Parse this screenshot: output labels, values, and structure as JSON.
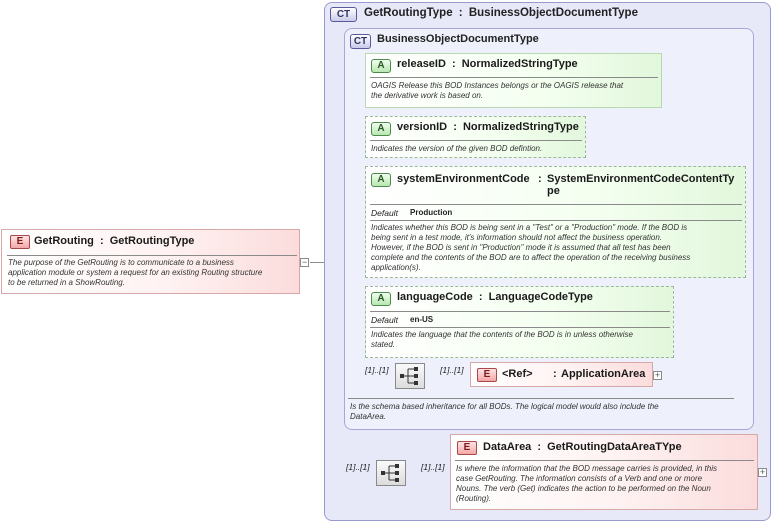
{
  "root_element": {
    "badge": "E",
    "name": "GetRouting",
    "type": "GetRoutingType",
    "doc": [
      "The purpose of the GetRouting is to communicate to a business",
      "application module or system a request for an existing Routing structure",
      "to be returned in a ShowRouting."
    ],
    "expander": "−"
  },
  "outer_type": {
    "badge": "CT",
    "name": "GetRoutingType",
    "base": "BusinessObjectDocumentType"
  },
  "inner_type": {
    "badge": "CT",
    "name": "BusinessObjectDocumentType",
    "doc": [
      "Is the schema based inheritance for all BODs. The logical model would also include the",
      "DataArea."
    ]
  },
  "attributes": [
    {
      "badge": "A",
      "name": "releaseID",
      "type": "NormalizedStringType",
      "doc": [
        "OAGIS Release this BOD Instances belongs or the OAGIS release that",
        "the derivative work is based on."
      ]
    },
    {
      "badge": "A",
      "name": "versionID",
      "type": "NormalizedStringType",
      "doc": [
        "Indicates the version of the given BOD defintion."
      ]
    },
    {
      "badge": "A",
      "name": "systemEnvironmentCode",
      "type_line1": "SystemEnvironmentCodeContentTy",
      "type_line2": "pe",
      "default_label": "Default",
      "default_value": "Production",
      "doc": [
        "Indicates whether this BOD is being sent in a \"Test\" or a \"Production\" mode. If the BOD is",
        "being sent in a test mode, it's information should not affect the business operation.",
        "However, if the BOD is sent in \"Production\" mode it is assumed that all test has been",
        "complete and the contents of the BOD are to affect the operation of the receiving business",
        "application(s)."
      ]
    },
    {
      "badge": "A",
      "name": "languageCode",
      "type": "LanguageCodeType",
      "default_label": "Default",
      "default_value": "en-US",
      "doc": [
        "Indicates the language that the contents of the BOD is in unless otherwise",
        "stated."
      ]
    }
  ],
  "application_area": {
    "cardinality_left": "[1]..[1]",
    "cardinality_right": "[1]..[1]",
    "badge": "E",
    "ref": "<Ref>",
    "name": "ApplicationArea",
    "expander": "+"
  },
  "data_area": {
    "cardinality_left": "[1]..[1]",
    "cardinality_right": "[1]..[1]",
    "badge": "E",
    "name": "DataArea",
    "type": "GetRoutingDataAreaTYpe",
    "doc": [
      "Is where the information that the BOD message carries is provided, in this",
      "case GetRouting. The information consists of a Verb and one or more",
      "Nouns. The verb (Get) indicates the action to be performed on the Noun",
      "(Routing)."
    ],
    "expander": "+"
  },
  "separator": ":"
}
